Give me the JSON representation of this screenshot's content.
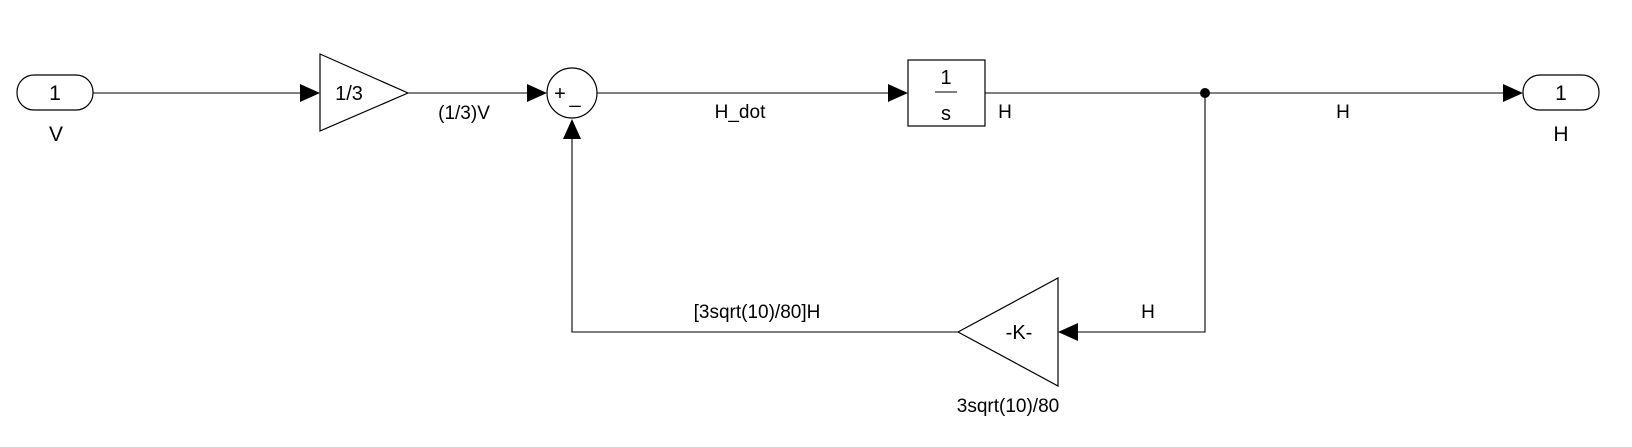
{
  "inport": {
    "number": "1",
    "name": "V"
  },
  "gain_in": {
    "value": "1/3"
  },
  "sum": {
    "signs": "+",
    "minus": "_"
  },
  "integrator": {
    "numerator": "1",
    "denominator": "s"
  },
  "outport": {
    "number": "1",
    "name": "H"
  },
  "gain_feedback": {
    "value": "-K-",
    "label": "3sqrt(10)/80"
  },
  "signals": {
    "after_gain": "(1/3)V",
    "h_dot": "H_dot",
    "h_after_integrator": "H",
    "h_to_out": "H",
    "h_feedback": "H",
    "feedback_out": "[3sqrt(10)/80]H"
  }
}
